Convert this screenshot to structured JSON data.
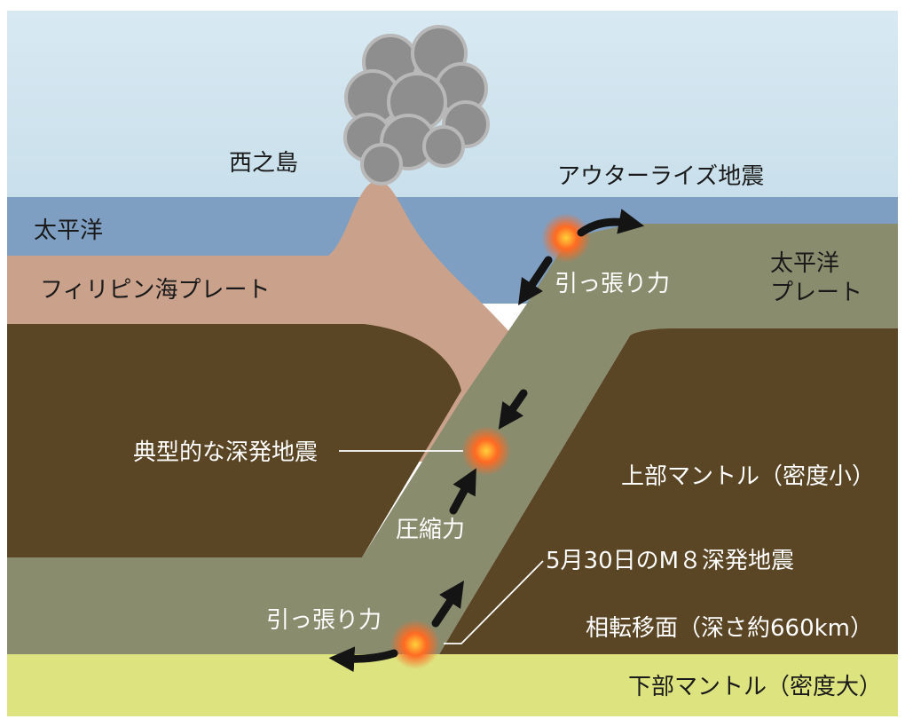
{
  "labels": {
    "island": "西之島",
    "pacific_ocean": "太平洋",
    "philippine_plate": "フィリピン海プレート",
    "outer_rise_quake": "アウターライズ地震",
    "pacific_plate_line1": "太平洋",
    "pacific_plate_line2": "プレート",
    "tension_top": "引っ張り力",
    "typical_deep_quake": "典型的な深発地震",
    "upper_mantle": "上部マントル（密度小）",
    "compression": "圧縮力",
    "may30_quake": "5月30日のM８深発地震",
    "tension_bottom": "引っ張り力",
    "phase_boundary": "相転移面（深さ約660km）",
    "lower_mantle": "下部マントル（密度大）"
  },
  "colors": {
    "sky": "#cfe3ee",
    "ocean": "#7f9fc2",
    "philippine_plate": "#caa18b",
    "pacific_plate": "#8a8c6e",
    "upper_mantle": "#5a4524",
    "lower_mantle": "#dde47f",
    "quake_glow": "#ff5a1e",
    "smoke": "#8e8e8e",
    "arrow": "#141414"
  }
}
